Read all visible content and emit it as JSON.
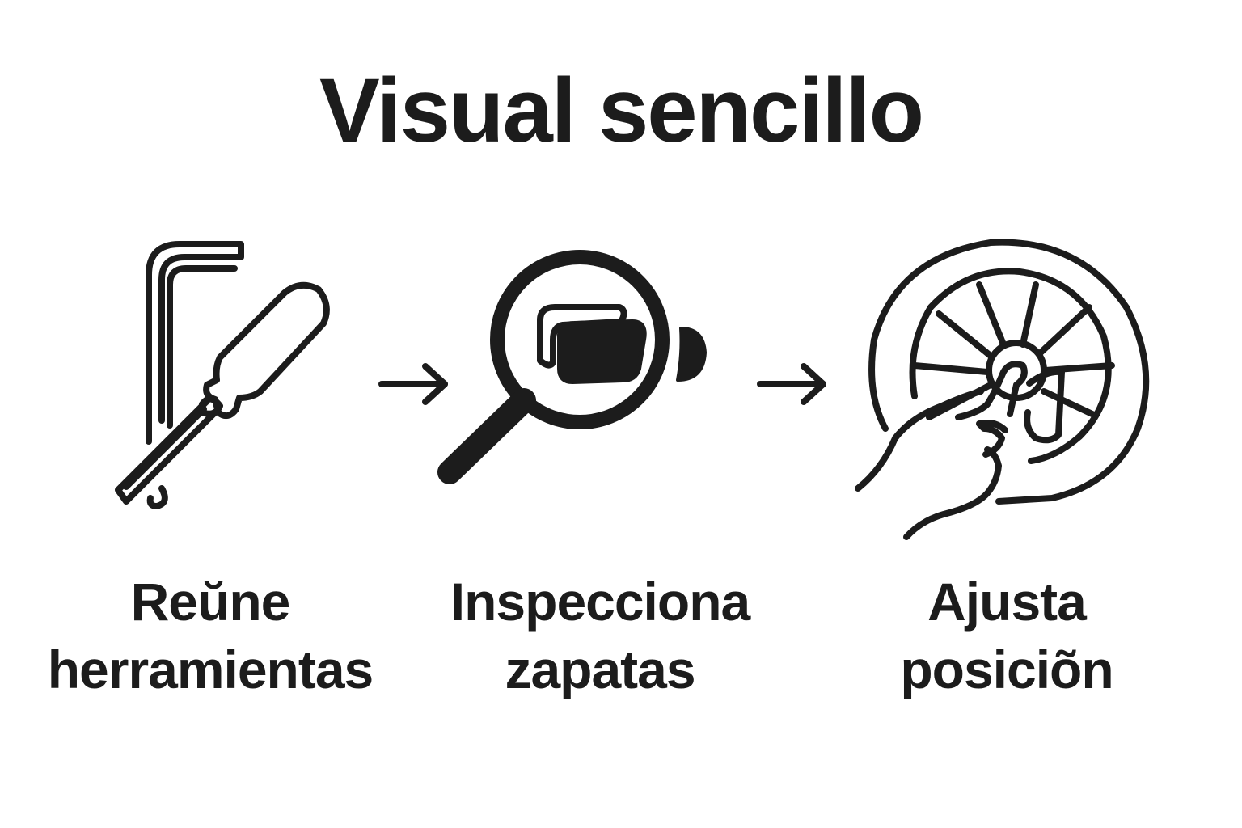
{
  "title": "Visual sencillo",
  "colors": {
    "ink": "#1c1c1c",
    "background": "#ffffff"
  },
  "steps": [
    {
      "icon": "tools-icon",
      "label_line1": "Reŭne",
      "label_line2": "herramientas"
    },
    {
      "icon": "magnifier-brake-pad-icon",
      "label_line1": "Inspecciona",
      "label_line2": "zapatas"
    },
    {
      "icon": "hand-wheel-icon",
      "label_line1": "Ajusta",
      "label_line2": "posiciõn"
    }
  ],
  "connectors": [
    "arrow-right-icon",
    "arrow-right-icon"
  ]
}
